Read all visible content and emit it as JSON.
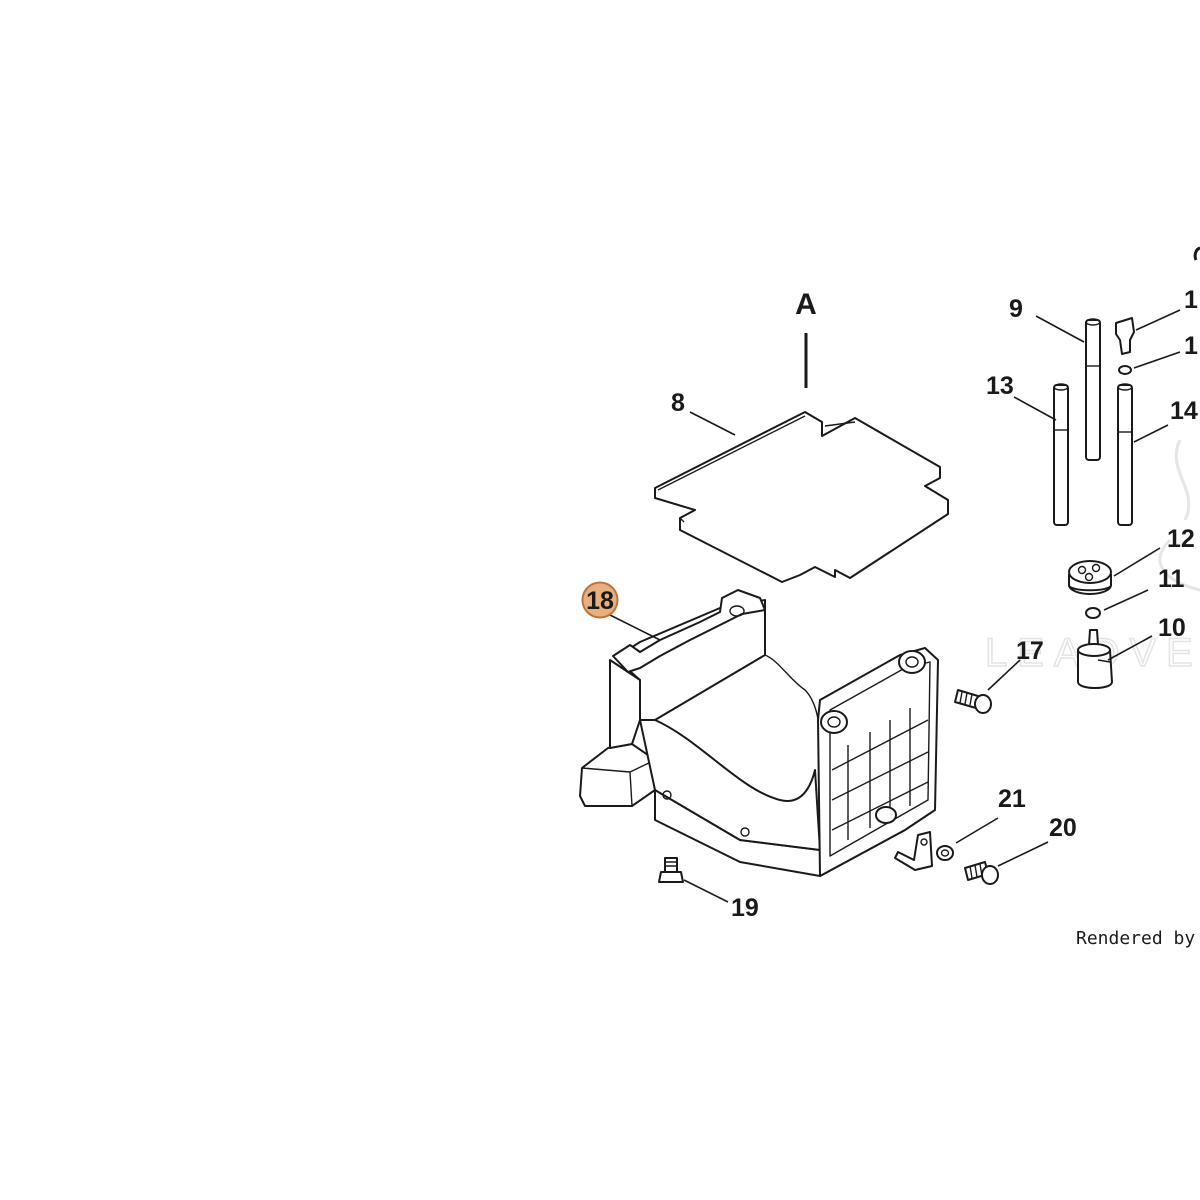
{
  "diagram": {
    "section_label": "A",
    "callouts": [
      {
        "id": "8",
        "text": "8",
        "highlighted": false
      },
      {
        "id": "9",
        "text": "9",
        "highlighted": false
      },
      {
        "id": "10",
        "text": "10",
        "highlighted": false
      },
      {
        "id": "11",
        "text": "11",
        "highlighted": false
      },
      {
        "id": "12",
        "text": "12",
        "highlighted": false
      },
      {
        "id": "13",
        "text": "13",
        "highlighted": false
      },
      {
        "id": "14",
        "text": "14",
        "highlighted": false
      },
      {
        "id": "15",
        "text": "1",
        "highlighted": false
      },
      {
        "id": "16",
        "text": "1",
        "highlighted": false
      },
      {
        "id": "17",
        "text": "17",
        "highlighted": false
      },
      {
        "id": "18",
        "text": "18",
        "highlighted": true
      },
      {
        "id": "19",
        "text": "19",
        "highlighted": false
      },
      {
        "id": "20",
        "text": "20",
        "highlighted": false
      },
      {
        "id": "21",
        "text": "21",
        "highlighted": false
      }
    ],
    "highlight_color": "#e8b07d",
    "highlight_stroke": "#c0733a",
    "watermark": "LEADVE",
    "footer_text": "Rendered by Le"
  }
}
